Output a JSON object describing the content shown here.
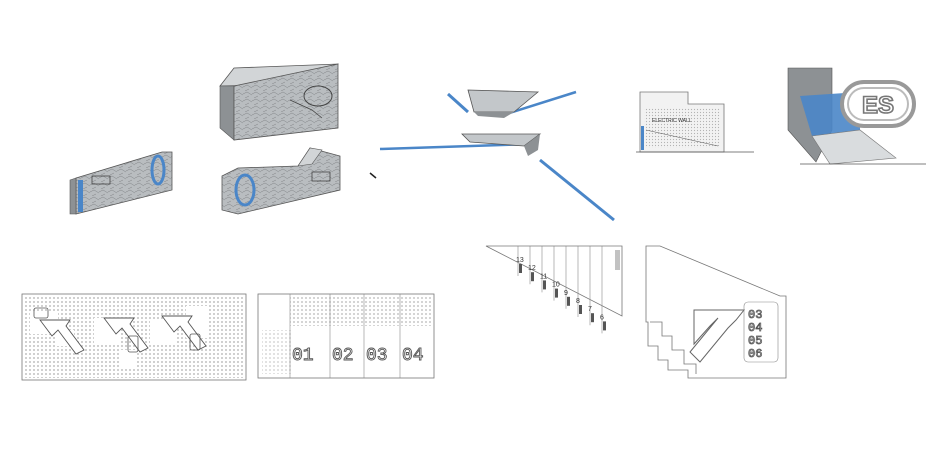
{
  "colors": {
    "background": "#ffffff",
    "accent_blue": "#4a86c8",
    "panel_grey": "#b9bdc0",
    "panel_grey_dark": "#8d9194",
    "line": "#444444",
    "dot": "#6e6e6e"
  },
  "labels": {
    "elevation_heading": "ELECTRIC WALL",
    "logo_text": "ES"
  },
  "gate_numbers": [
    "01",
    "02",
    "03",
    "04"
  ],
  "stair_numbers": [
    "13",
    "12",
    "11",
    "10",
    "9",
    "8",
    "7",
    "6"
  ],
  "arrow_panel_numbers": [
    "03",
    "04",
    "05",
    "06"
  ]
}
